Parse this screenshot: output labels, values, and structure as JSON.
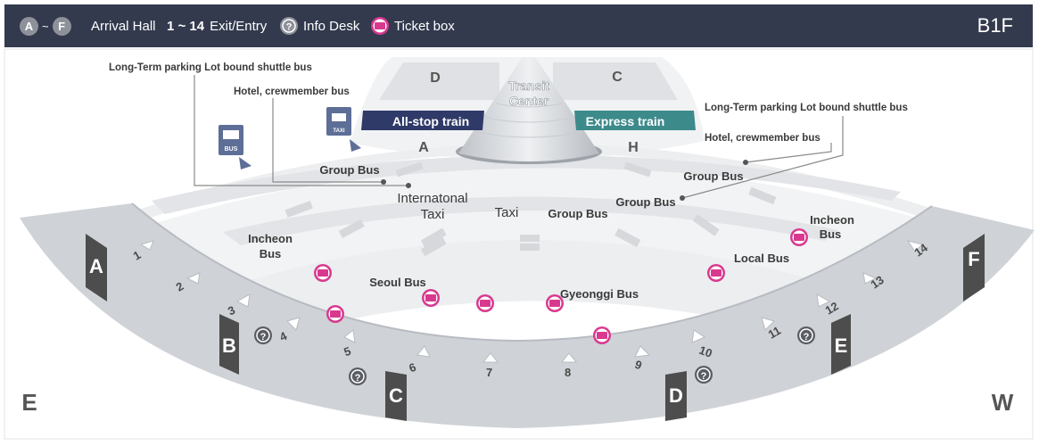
{
  "legend": {
    "gate_from": "A",
    "tilde": "~",
    "gate_to": "F",
    "arrival_hall": "Arrival Hall",
    "exit_range": "1 ~ 14",
    "exit_label": "Exit/Entry",
    "info_desk": "Info Desk",
    "ticket_box": "Ticket box",
    "floor": "B1F"
  },
  "transit": {
    "center_line1": "Transit",
    "center_line2": "Center",
    "all_stop": "All-stop train",
    "express": "Express train",
    "zone_d": "D",
    "zone_c": "C",
    "zone_a": "A",
    "zone_h": "H"
  },
  "callouts": {
    "longterm_left": "Long-Term parking Lot bound shuttle bus",
    "hotel_left": "Hotel, crewmember bus",
    "longterm_right": "Long-Term parking Lot bound shuttle bus",
    "hotel_right": "Hotel, crewmember bus"
  },
  "areas": {
    "group_bus_1": "Group Bus",
    "group_bus_2": "Group Bus",
    "group_bus_3": "Group Bus",
    "group_bus_4": "Group Bus",
    "intl_taxi_1": "Internatonal",
    "intl_taxi_2": "Taxi",
    "taxi": "Taxi",
    "incheon_bus_left_1": "Incheon",
    "incheon_bus_left_2": "Bus",
    "incheon_bus_right_1": "Incheon",
    "incheon_bus_right_2": "Bus",
    "seoul_bus": "Seoul Bus",
    "gyeonggi_bus": "Gyeonggi Bus",
    "local_bus": "Local Bus"
  },
  "gates": [
    "A",
    "B",
    "C",
    "D",
    "E",
    "F"
  ],
  "exits": [
    "1",
    "2",
    "3",
    "4",
    "5",
    "6",
    "7",
    "8",
    "9",
    "10",
    "11",
    "12",
    "13",
    "14"
  ],
  "directions": {
    "left": "E",
    "right": "W"
  },
  "icons": {
    "bus": "bus-icon",
    "taxi": "taxi-icon",
    "info": "info-desk-icon",
    "ticket": "ticket-box-icon",
    "bus_label": "BUS",
    "taxi_label": "TAXI"
  },
  "colors": {
    "legend_bg": "#333a4e",
    "all_stop": "#2f3a68",
    "express": "#3d8a8b",
    "ticket": "#d8398f",
    "gate": "#4d4d4d"
  }
}
